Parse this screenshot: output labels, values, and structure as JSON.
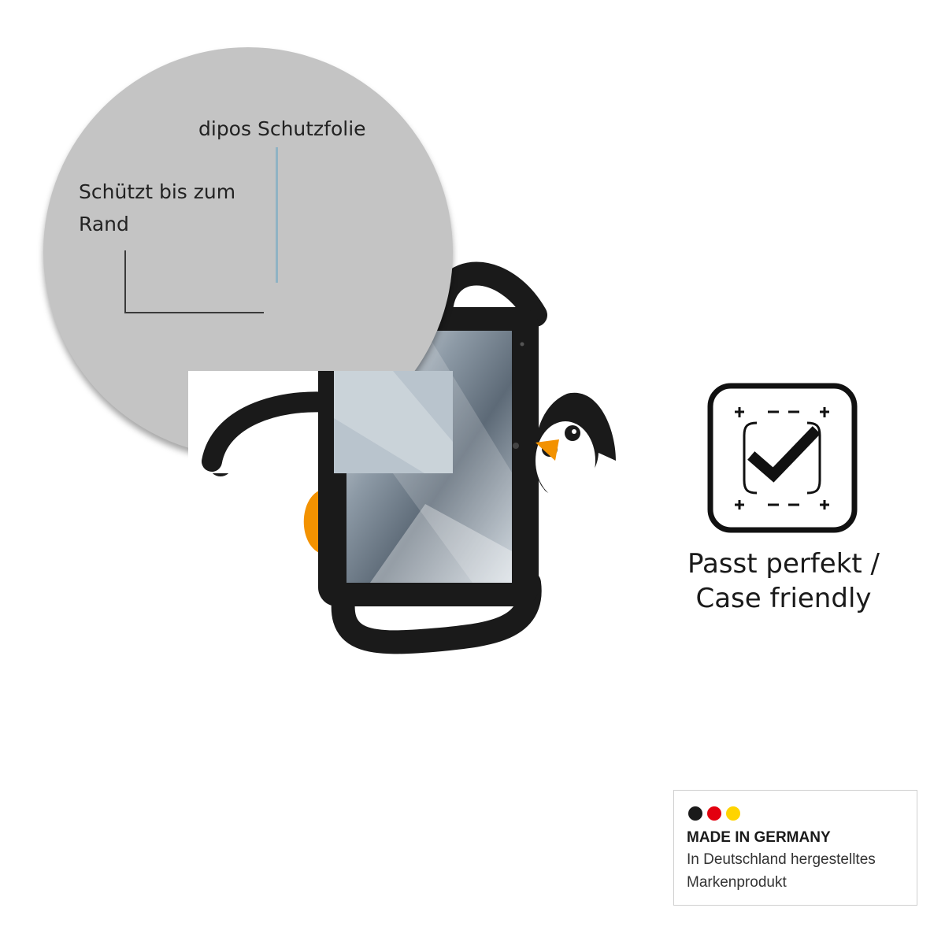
{
  "callouts": {
    "film_label": "dipos Schutzfolie",
    "edge_label": "Schützt bis zum Rand"
  },
  "feature": {
    "icon": "fit-check-icon",
    "caption_line1": "Passt perfekt /",
    "caption_line2": "Case friendly"
  },
  "badge": {
    "flag_colors": [
      "#1a1a1a",
      "#e3000f",
      "#ffd400"
    ],
    "title": "MADE IN GERMANY",
    "line1": "In Deutschland hergestelltes",
    "line2": "Markenprodukt"
  },
  "colors": {
    "case_black": "#1a1a1a",
    "accent_orange": "#f39200",
    "zoom_gray": "#c4c4c4",
    "film_line_blue": "#8fb3c4"
  }
}
